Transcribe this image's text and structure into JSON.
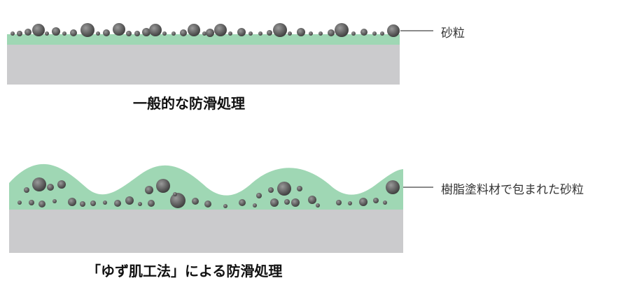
{
  "colors": {
    "substrate": "#cbcbcd",
    "resin": "#9fd7b4",
    "resin_edge": "#88c9a2",
    "grain_light": "#9a9a9a",
    "grain_dark": "#3a3a3a",
    "leader": "#444444"
  },
  "panel_top": {
    "callout": "砂粒",
    "caption": "一般的な防滑処理"
  },
  "panel_bottom": {
    "callout": "樹脂塗料材で包まれた砂粒",
    "caption": "「ゆず肌工法」による防滑処理"
  }
}
